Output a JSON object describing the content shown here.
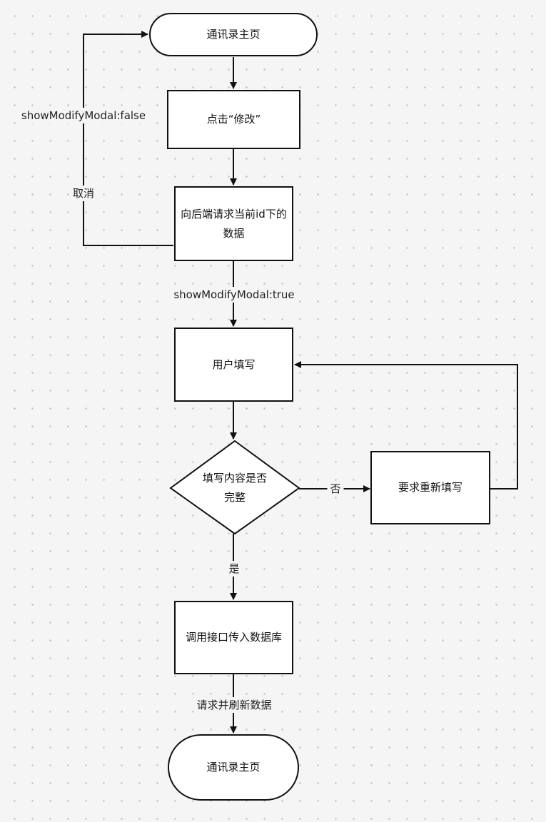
{
  "flowchart": {
    "nodes": {
      "start": "通讯录主页",
      "click_modify": "点击“修改”",
      "request_data": "向后端请求当前id下的数据",
      "user_fill": "用户填写",
      "check_complete": "填写内容是否完整",
      "refill": "要求重新填写",
      "call_api": "调用接口传入数据库",
      "end": "通讯录主页"
    },
    "edges": {
      "cancel_flag": "showModifyModal:false",
      "cancel": "取消",
      "open_flag": "showModifyModal:true",
      "no": "否",
      "yes": "是",
      "refresh": "请求并刷新数据"
    }
  }
}
